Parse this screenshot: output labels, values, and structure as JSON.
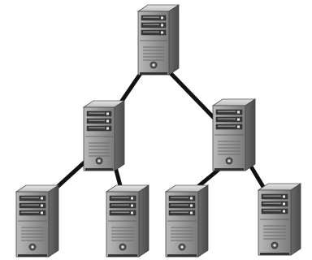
{
  "diagram": {
    "type": "tree",
    "nodes": [
      {
        "id": "root",
        "icon": "server-tower-icon"
      },
      {
        "id": "left-mid",
        "icon": "server-tower-icon"
      },
      {
        "id": "right-mid",
        "icon": "server-tower-icon"
      },
      {
        "id": "left-leaf-1",
        "icon": "server-tower-icon"
      },
      {
        "id": "left-leaf-2",
        "icon": "server-tower-icon"
      },
      {
        "id": "right-leaf-1",
        "icon": "server-tower-icon"
      },
      {
        "id": "right-leaf-2",
        "icon": "server-tower-icon"
      }
    ],
    "edges": [
      {
        "from": "root",
        "to": "left-mid"
      },
      {
        "from": "root",
        "to": "right-mid"
      },
      {
        "from": "left-mid",
        "to": "left-leaf-1"
      },
      {
        "from": "left-mid",
        "to": "left-leaf-2"
      },
      {
        "from": "right-mid",
        "to": "right-leaf-1"
      },
      {
        "from": "right-mid",
        "to": "right-leaf-2"
      }
    ],
    "colors": {
      "edge": "#111111",
      "server_front": "#8e8e8e",
      "server_side": "#5f5f5f",
      "server_top": "#cfcfcf",
      "server_dark": "#3a3a3a",
      "server_light": "#e6e6e6"
    }
  }
}
